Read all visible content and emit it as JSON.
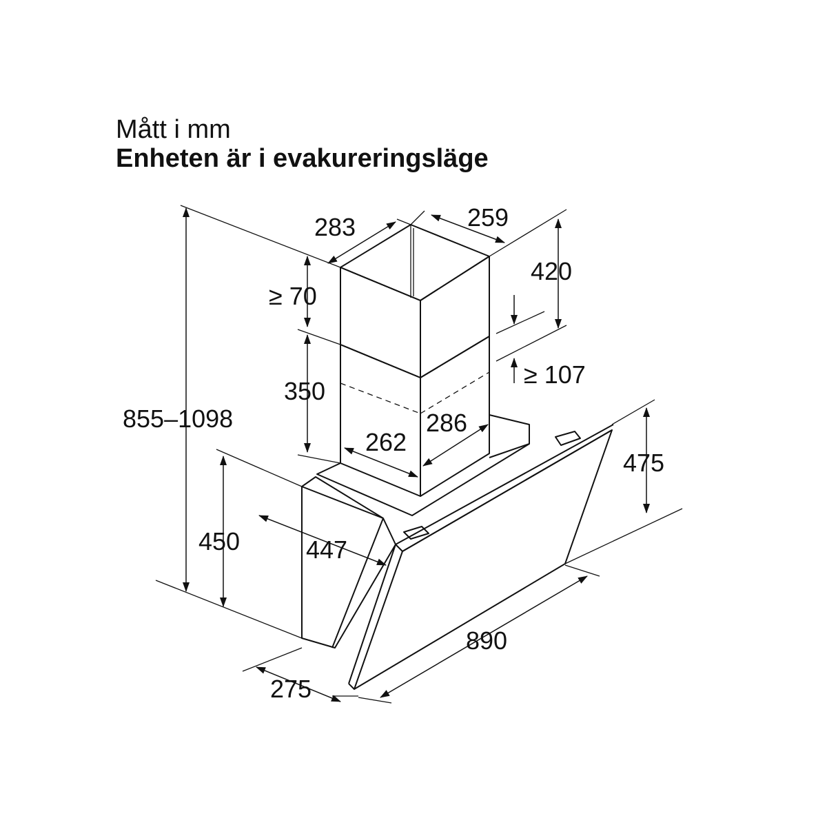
{
  "heading": {
    "units": "Mått i mm",
    "mode": "Enheten är i evakureringsläge"
  },
  "dimensions": {
    "total_height": "855–1098",
    "chimney_width": "283",
    "chimney_depth": "259",
    "chimney_upper": "420",
    "min_top_gap": "≥ 70",
    "min_overlap": "≥ 107",
    "lower_chimney": "350",
    "inner_width": "262",
    "inner_depth": "286",
    "body_height": "450",
    "glass_height": "475",
    "body_depth": "447",
    "bottom_depth": "275",
    "total_width": "890"
  }
}
